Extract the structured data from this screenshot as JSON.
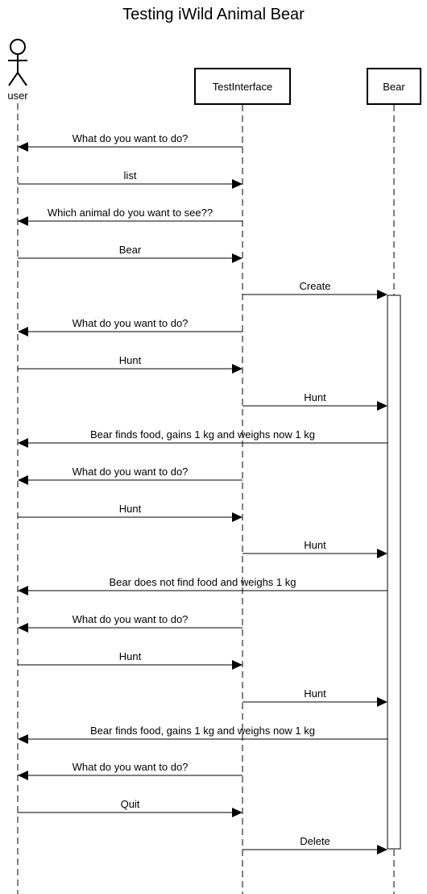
{
  "title": "Testing iWild Animal Bear",
  "participants": [
    {
      "id": "user",
      "label": "user",
      "kind": "actor"
    },
    {
      "id": "test",
      "label": "TestInterface",
      "kind": "box"
    },
    {
      "id": "bear",
      "label": "Bear",
      "kind": "box"
    }
  ],
  "messages": [
    {
      "from": "test",
      "to": "user",
      "label": "What do you want to do?"
    },
    {
      "from": "user",
      "to": "test",
      "label": "list"
    },
    {
      "from": "test",
      "to": "user",
      "label": "Which animal do you want to see??"
    },
    {
      "from": "user",
      "to": "test",
      "label": "Bear"
    },
    {
      "from": "test",
      "to": "bear",
      "label": "Create"
    },
    {
      "from": "test",
      "to": "user",
      "label": "What do you want to do?"
    },
    {
      "from": "user",
      "to": "test",
      "label": "Hunt"
    },
    {
      "from": "test",
      "to": "bear",
      "label": "Hunt"
    },
    {
      "from": "bear",
      "to": "user",
      "label": "Bear finds food, gains 1 kg and weighs now 1 kg"
    },
    {
      "from": "test",
      "to": "user",
      "label": "What do you want to do?"
    },
    {
      "from": "user",
      "to": "test",
      "label": "Hunt"
    },
    {
      "from": "test",
      "to": "bear",
      "label": "Hunt"
    },
    {
      "from": "bear",
      "to": "user",
      "label": "Bear does not find food and weighs 1 kg"
    },
    {
      "from": "test",
      "to": "user",
      "label": "What do you want to do?"
    },
    {
      "from": "user",
      "to": "test",
      "label": "Hunt"
    },
    {
      "from": "test",
      "to": "bear",
      "label": "Hunt"
    },
    {
      "from": "bear",
      "to": "user",
      "label": "Bear finds food, gains 1 kg and weighs now 1 kg"
    },
    {
      "from": "test",
      "to": "user",
      "label": "What do you want to do?"
    },
    {
      "from": "user",
      "to": "test",
      "label": "Quit"
    },
    {
      "from": "test",
      "to": "bear",
      "label": "Delete"
    }
  ]
}
